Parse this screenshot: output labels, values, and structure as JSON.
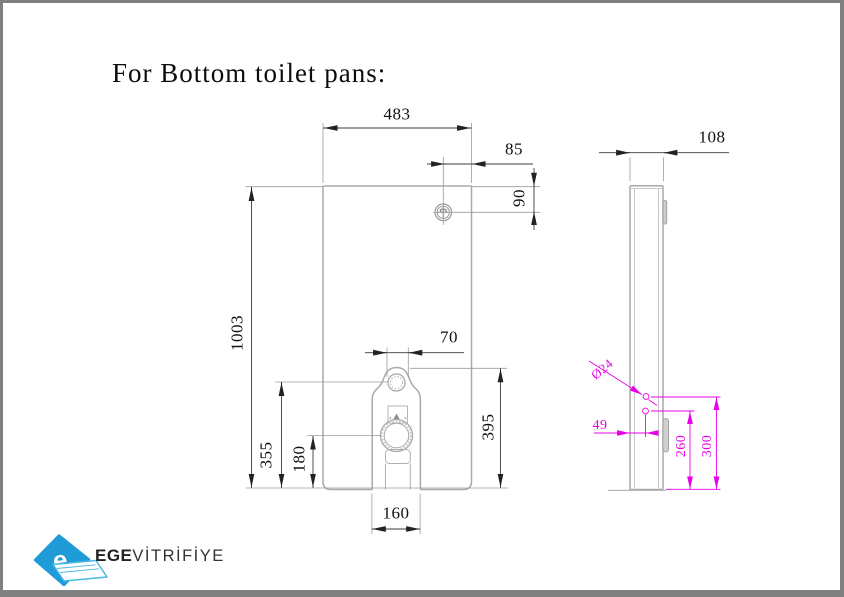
{
  "page": {
    "title": "For Bottom toilet pans:"
  },
  "colors": {
    "outline_gray": "#a9a9a9",
    "dim_black": "#1a1a1a",
    "magenta": "#e800e8",
    "logo_blue": "#1f9bd7",
    "frame_gray": "#808080"
  },
  "front_view": {
    "name": "bottom toilet pan cistern - front view",
    "dims": {
      "width": "483",
      "button_offset_x": "85",
      "button_offset_y": "90",
      "height": "1003",
      "inlet_width": "70",
      "inlet_height": "355",
      "drain_height": "180",
      "cutout_height": "395",
      "cutout_width": "160"
    }
  },
  "side_view": {
    "name": "bottom toilet pan cistern - side view",
    "dims": {
      "depth": "108",
      "hole_diameter": "Ø24",
      "hole_offset": "49",
      "hole_height_lower": "260",
      "hole_height_upper": "300"
    }
  },
  "logo": {
    "mark_letter": "e",
    "brand_bold": "EGE",
    "brand_rest": "VİTRİFİYE"
  }
}
